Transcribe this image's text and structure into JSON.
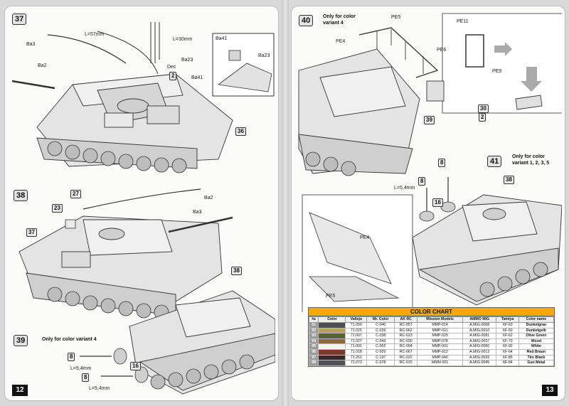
{
  "pages": {
    "left_number": "12",
    "right_number": "13"
  },
  "steps": {
    "s37": {
      "number": "37",
      "parts": {
        "ba3": "Ba3",
        "ba2": "Ba2",
        "len57": "L=57mm",
        "len30": "L=30mm",
        "ba41a": "Ba41",
        "ba41b": "Ba41",
        "ba23a": "Ba23",
        "ba23b": "Ba23",
        "dec": "Dec",
        "dec_num": "2",
        "ref36": "36"
      }
    },
    "s38": {
      "number": "38",
      "parts": {
        "p27": "27",
        "p23": "23",
        "p37": "37",
        "ba2": "Ba2",
        "ba3": "Ba3",
        "ref38": "38"
      }
    },
    "s39": {
      "number": "39",
      "note": "Only for color variant 4",
      "parts": {
        "len_a": "L=5,4mm",
        "len_b": "L=5,4mm",
        "p16": "16",
        "x8a": "8",
        "x8b": "8"
      }
    },
    "s40": {
      "number": "40",
      "note": "Only for color variant 4",
      "parts": {
        "pe5": "PE5",
        "pe4": "PE4",
        "pe6": "PE6",
        "pe11": "PE11",
        "pe9": "PE9",
        "p30": "30",
        "x2": "2",
        "ref39": "39",
        "pe4b": "PE4",
        "pe5b": "PE5"
      }
    },
    "s41": {
      "number": "41",
      "note": "Only for color variant 1, 2, 3, 5",
      "parts": {
        "ref38": "38",
        "p16": "16",
        "len": "L=5,4mm",
        "x8a": "8",
        "x8b": "8"
      }
    }
  },
  "color_chart": {
    "title": "COLOR CHART",
    "headers": [
      "№",
      "Color",
      "Vallejo",
      "Mr. Color",
      "AK RC",
      "Mission Models",
      "AMMO MIG",
      "Tamiya",
      "Color name"
    ],
    "rows": [
      {
        "no": "01",
        "swatch": "#4e4f4b",
        "vallejo": "71.056",
        "mr": "C-040",
        "ak": "RC-057",
        "mission": "MMP-014",
        "ammo": "A.MIG-0008",
        "tamiya": "XF-63",
        "name": "Dunkelgrau"
      },
      {
        "no": "02",
        "swatch": "#b8a15a",
        "vallejo": "71.025",
        "mr": "C-039",
        "ak": "RC-062",
        "mission": "MMP-011",
        "ammo": "A.MIG-0010",
        "tamiya": "XF-60",
        "name": "Dunkelgelb"
      },
      {
        "no": "03",
        "swatch": "#5a6332",
        "vallejo": "71.007",
        "mr": "C-038",
        "ak": "RC-023",
        "mission": "MMP-025",
        "ammo": "A.MIG-0081",
        "tamiya": "XF-62",
        "name": "Olive Green"
      },
      {
        "no": "04",
        "swatch": "#8a6a3e",
        "vallejo": "71.027",
        "mr": "C-043",
        "ak": "RC-030",
        "mission": "MMP-078",
        "ammo": "A.MIG-0037",
        "tamiya": "XF-79",
        "name": "Wood"
      },
      {
        "no": "05",
        "swatch": "#f4f4f0",
        "vallejo": "71.001",
        "mr": "C-062",
        "ak": "RC-004",
        "mission": "MMP-001",
        "ammo": "A.MIG-0050",
        "tamiya": "XF-02",
        "name": "White"
      },
      {
        "no": "06",
        "swatch": "#7a3b2a",
        "vallejo": "71.018",
        "mr": "C-029",
        "ak": "RC-067",
        "mission": "MMP-012",
        "ammo": "A.MIG-0013",
        "tamiya": "XF-64",
        "name": "Red Braun"
      },
      {
        "no": "07",
        "swatch": "#2e2b29",
        "vallejo": "71.251",
        "mr": "C-137",
        "ak": "RC-022",
        "mission": "MMP-040",
        "ammo": "A.MIG-0033",
        "tamiya": "XF-85",
        "name": "Tire Black"
      },
      {
        "no": "08",
        "swatch": "#505257",
        "vallejo": "71.073",
        "mr": "C-078",
        "ak": "RC-015",
        "mission": "MMM-001",
        "ammo": "A.MIG-0045",
        "tamiya": "XF-84",
        "name": "Gun Metal"
      }
    ]
  },
  "colors": {
    "chart_header": "#f5a800",
    "row_number_bg": "#9a9a9a",
    "page_number_bg": "#111111"
  }
}
